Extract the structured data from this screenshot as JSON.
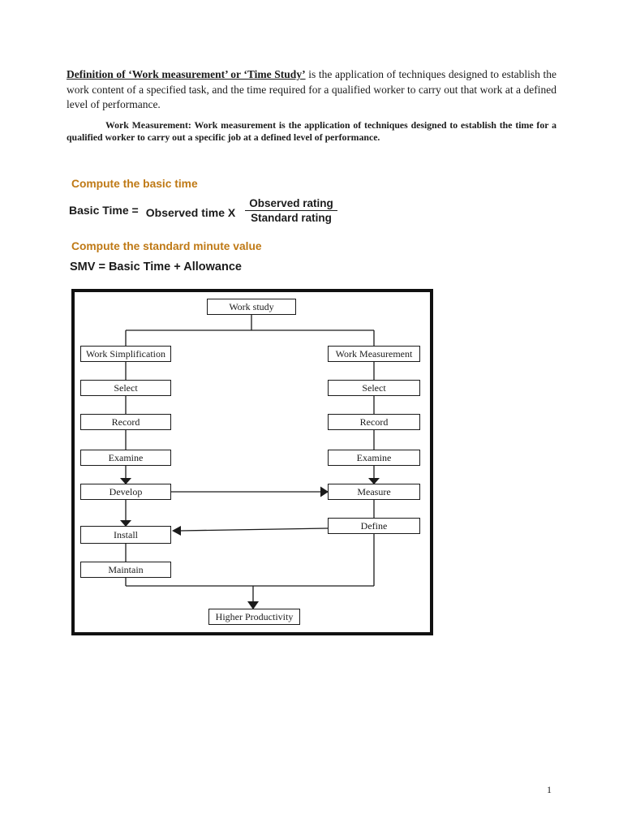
{
  "intro": {
    "term": "Definition of ‘Work measurement’ or ‘Time Study’",
    "rest": " is the application of techniques designed to establish the work content of a specified task, and the time required for a qualified worker to carry out that work at a defined level of performance.",
    "work_measurement_note": "Work Measurement: Work measurement is the application of techniques designed to establish the time for a qualified worker to carry out a specific job at a defined level of performance."
  },
  "headings": {
    "basic_time": "Compute the basic time",
    "smv": "Compute the standard minute value"
  },
  "formula": {
    "lhs": "Basic Time =",
    "mid": "Observed time X",
    "numerator": "Observed rating",
    "denominator": "Standard rating",
    "smv": "SMV = Basic Time + Allowance"
  },
  "colors": {
    "heading_orange": "#BF7915",
    "text_black": "#1b1b1b"
  },
  "flowchart": {
    "nodes": {
      "work_study": "Work study",
      "work_simplification": "Work Simplification",
      "work_measurement": "Work Measurement",
      "select_left": "Select",
      "record_left": "Record",
      "examine_left": "Examine",
      "develop": "Develop",
      "install": "Install",
      "maintain": "Maintain",
      "select_right": "Select",
      "record_right": "Record",
      "examine_right": "Examine",
      "measure": "Measure",
      "define": "Define",
      "higher_productivity": "Higher Productivity"
    },
    "connections": [
      "Work study -> Work Simplification",
      "Work study -> Work Measurement",
      "Work Simplification -> Select -> Record -> Examine -> Develop -> Install -> Maintain",
      "Work Measurement -> Select -> Record -> Examine -> Measure -> Define",
      "Develop -> Measure",
      "Define -> Install",
      "Maintain + Define -> Higher Productivity"
    ]
  },
  "page": {
    "number": "1"
  }
}
